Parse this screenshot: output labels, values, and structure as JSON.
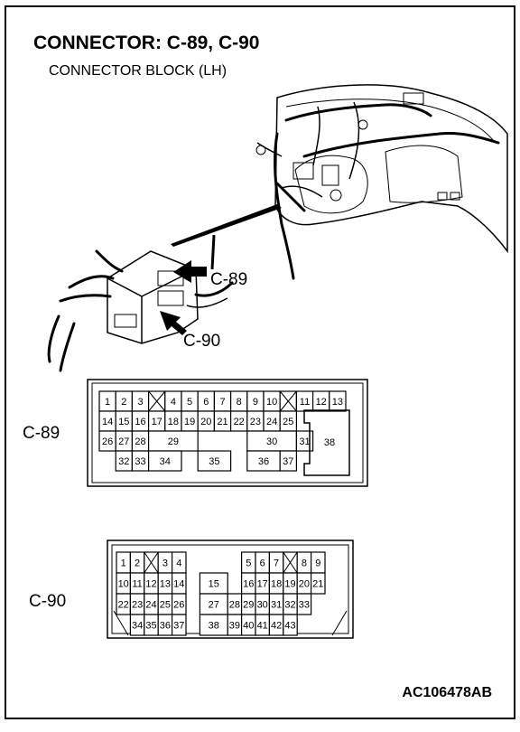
{
  "title": "CONNECTOR: C-89, C-90",
  "subtitle": "CONNECTOR BLOCK (LH)",
  "figure_id": "AC106478AB",
  "callouts": {
    "c89": "C-89",
    "c90": "C-90"
  },
  "connectors": {
    "c89": {
      "label": "C-89",
      "rows": [
        [
          {
            "t": "1",
            "w": 1
          },
          {
            "t": "2",
            "w": 1
          },
          {
            "t": "3",
            "w": 1
          },
          {
            "t": "x",
            "w": 1
          },
          {
            "t": "4",
            "w": 1
          },
          {
            "t": "5",
            "w": 1
          },
          {
            "t": "6",
            "w": 1
          },
          {
            "t": "7",
            "w": 1
          },
          {
            "t": "8",
            "w": 1
          },
          {
            "t": "9",
            "w": 1
          },
          {
            "t": "10",
            "w": 1
          },
          {
            "t": "x",
            "w": 1
          },
          {
            "t": "11",
            "w": 1
          },
          {
            "t": "12",
            "w": 1
          },
          {
            "t": "13",
            "w": 1
          }
        ],
        [
          {
            "t": "14",
            "w": 1
          },
          {
            "t": "15",
            "w": 1
          },
          {
            "t": "16",
            "w": 1
          },
          {
            "t": "17",
            "w": 1
          },
          {
            "t": "18",
            "w": 1
          },
          {
            "t": "19",
            "w": 1
          },
          {
            "t": "20",
            "w": 1
          },
          {
            "t": "21",
            "w": 1
          },
          {
            "t": "22",
            "w": 1
          },
          {
            "t": "23",
            "w": 1
          },
          {
            "t": "24",
            "w": 1
          },
          {
            "t": "25",
            "w": 1
          }
        ],
        [
          {
            "t": "26",
            "w": 1
          },
          {
            "t": "27",
            "w": 1
          },
          {
            "t": "28",
            "w": 1
          },
          {
            "t": "29",
            "w": 3
          },
          {
            "t": "",
            "w": 3
          },
          {
            "t": "30",
            "w": 3
          },
          {
            "t": "31",
            "w": 1
          }
        ],
        [
          {
            "t": "",
            "w": 1
          },
          {
            "t": "32",
            "w": 1
          },
          {
            "t": "33",
            "w": 1
          },
          {
            "t": "34",
            "w": 2
          },
          {
            "t": "",
            "w": 1
          },
          {
            "t": "35",
            "w": 2
          },
          {
            "t": "",
            "w": 1
          },
          {
            "t": "36",
            "w": 2
          },
          {
            "t": "37",
            "w": 1
          }
        ]
      ],
      "side_cavity": "38"
    },
    "c90": {
      "label": "C-90",
      "rows": [
        [
          {
            "t": "1",
            "w": 1
          },
          {
            "t": "2",
            "w": 1
          },
          {
            "t": "x",
            "w": 1
          },
          {
            "t": "3",
            "w": 1
          },
          {
            "t": "4",
            "w": 1
          },
          {
            "t": "",
            "w": 4
          },
          {
            "t": "5",
            "w": 1
          },
          {
            "t": "6",
            "w": 1
          },
          {
            "t": "7",
            "w": 1
          },
          {
            "t": "x",
            "w": 1
          },
          {
            "t": "8",
            "w": 1
          },
          {
            "t": "9",
            "w": 1
          }
        ],
        [
          {
            "t": "10",
            "w": 1
          },
          {
            "t": "11",
            "w": 1
          },
          {
            "t": "12",
            "w": 1
          },
          {
            "t": "13",
            "w": 1
          },
          {
            "t": "14",
            "w": 1
          },
          {
            "t": "",
            "w": 1
          },
          {
            "t": "15",
            "w": 2
          },
          {
            "t": "",
            "w": 1
          },
          {
            "t": "16",
            "w": 1
          },
          {
            "t": "17",
            "w": 1
          },
          {
            "t": "18",
            "w": 1
          },
          {
            "t": "19",
            "w": 1
          },
          {
            "t": "20",
            "w": 1
          },
          {
            "t": "21",
            "w": 1
          }
        ],
        [
          {
            "t": "22",
            "w": 1
          },
          {
            "t": "23",
            "w": 1
          },
          {
            "t": "24",
            "w": 1
          },
          {
            "t": "25",
            "w": 1
          },
          {
            "t": "26",
            "w": 1
          },
          {
            "t": "",
            "w": 1
          },
          {
            "t": "27",
            "w": 2
          },
          {
            "t": "28",
            "w": 1
          },
          {
            "t": "29",
            "w": 1
          },
          {
            "t": "30",
            "w": 1
          },
          {
            "t": "31",
            "w": 1
          },
          {
            "t": "32",
            "w": 1
          },
          {
            "t": "33",
            "w": 1
          }
        ],
        [
          {
            "t": "",
            "w": 1
          },
          {
            "t": "34",
            "w": 1
          },
          {
            "t": "35",
            "w": 1
          },
          {
            "t": "36",
            "w": 1
          },
          {
            "t": "37",
            "w": 1
          },
          {
            "t": "",
            "w": 1
          },
          {
            "t": "38",
            "w": 2
          },
          {
            "t": "39",
            "w": 1
          },
          {
            "t": "40",
            "w": 1
          },
          {
            "t": "41",
            "w": 1
          },
          {
            "t": "42",
            "w": 1
          },
          {
            "t": "43",
            "w": 1
          }
        ]
      ]
    }
  }
}
